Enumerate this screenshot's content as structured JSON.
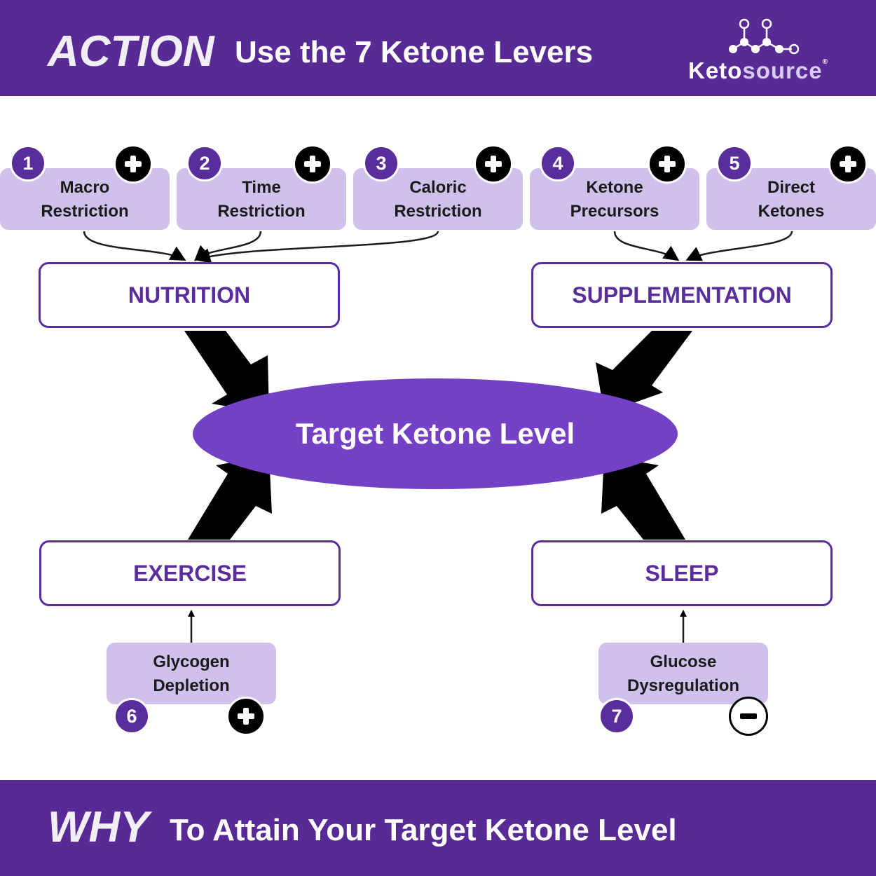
{
  "header": {
    "lead": "ACTION",
    "text": "Use the 7 Ketone Levers",
    "logo": {
      "part1": "Keto",
      "part2": "source",
      "reg": "®"
    }
  },
  "levers": [
    {
      "number": "1",
      "line1": "Macro",
      "line2": "Restriction",
      "effect": "plus"
    },
    {
      "number": "2",
      "line1": "Time",
      "line2": "Restriction",
      "effect": "plus"
    },
    {
      "number": "3",
      "line1": "Caloric",
      "line2": "Restriction",
      "effect": "plus"
    },
    {
      "number": "4",
      "line1": "Ketone",
      "line2": "Precursors",
      "effect": "plus"
    },
    {
      "number": "5",
      "line1": "Direct",
      "line2": "Ketones",
      "effect": "plus"
    },
    {
      "number": "6",
      "line1": "Glycogen",
      "line2": "Depletion",
      "effect": "plus"
    },
    {
      "number": "7",
      "line1": "Glucose",
      "line2": "Dysregulation",
      "effect": "minus"
    }
  ],
  "categories": {
    "nutrition": "NUTRITION",
    "supplementation": "SUPPLEMENTATION",
    "exercise": "EXERCISE",
    "sleep": "SLEEP"
  },
  "target": "Target Ketone Level",
  "footer": {
    "lead": "WHY",
    "text": "To Attain Your Target Ketone Level"
  },
  "colors": {
    "banner": "#572a96",
    "accent": "#5a2d9c",
    "lever_fill": "#d0c0ec",
    "target_fill": "#7340c6"
  }
}
